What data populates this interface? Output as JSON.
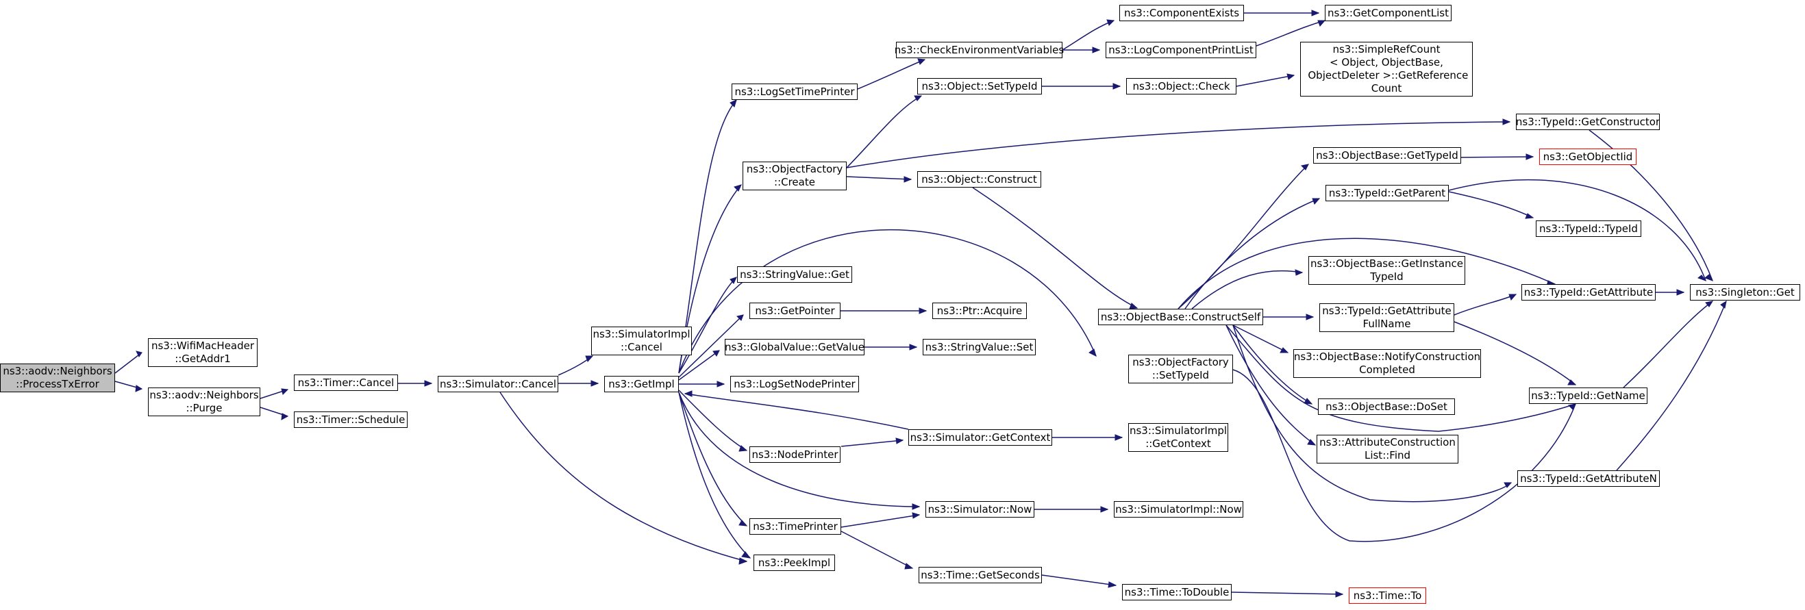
{
  "diagram": {
    "title": "",
    "nodes": {
      "process_tx_error": "ns3::aodv::Neighbors\n::ProcessTxError",
      "wifimac_getaddr1": "ns3::WifiMacHeader\n::GetAddr1",
      "neighbors_purge": "ns3::aodv::Neighbors\n::Purge",
      "timer_cancel": "ns3::Timer::Cancel",
      "timer_schedule": "ns3::Timer::Schedule",
      "simulator_cancel": "ns3::Simulator::Cancel",
      "simulatorimpl_cancel": "ns3::SimulatorImpl\n::Cancel",
      "getimpl": "ns3::GetImpl",
      "logsettimeprinter": "ns3::LogSetTimePrinter",
      "objectfactory_create": "ns3::ObjectFactory\n::Create",
      "stringvalue_get": "ns3::StringValue::Get",
      "getpointer": "ns3::GetPointer",
      "globalvalue_getvalue": "ns3::GlobalValue::GetValue",
      "logsetnodeprinter": "ns3::LogSetNodePrinter",
      "nodeprinter": "ns3::NodePrinter",
      "timeprinter": "ns3::TimePrinter",
      "peekimpl": "ns3::PeekImpl",
      "checkenv": "ns3::CheckEnvironmentVariables",
      "object_settypeid": "ns3::Object::SetTypeId",
      "object_construct": "ns3::Object::Construct",
      "ptr_acquire": "ns3::Ptr::Acquire",
      "stringvalue_set": "ns3::StringValue::Set",
      "simulator_getcontext": "ns3::Simulator::GetContext",
      "simulator_now": "ns3::Simulator::Now",
      "time_getseconds": "ns3::Time::GetSeconds",
      "componentexists": "ns3::ComponentExists",
      "logcomponentprintlist": "ns3::LogComponentPrintList",
      "object_check": "ns3::Object::Check",
      "objectbase_constructself": "ns3::ObjectBase::ConstructSelf",
      "objectfactory_settypeid": "ns3::ObjectFactory\n::SetTypeId",
      "simimpl_getcontext": "ns3::SimulatorImpl\n::GetContext",
      "simimpl_now": "ns3::SimulatorImpl::Now",
      "time_todouble": "ns3::Time::ToDouble",
      "getcomponentlist": "ns3::GetComponentList",
      "simplerefcount": "ns3::SimpleRefCount\n< Object, ObjectBase,\n ObjectDeleter >::GetReference\nCount",
      "objectbase_gettypeid": "ns3::ObjectBase::GetTypeId",
      "typeid_getparent": "ns3::TypeId::GetParent",
      "objectbase_getinstancetypeid": "ns3::ObjectBase::GetInstance\nTypeId",
      "typeid_getattributefullname": "ns3::TypeId::GetAttribute\nFullName",
      "objectbase_notify": "ns3::ObjectBase::NotifyConstruction\nCompleted",
      "objectbase_doset": "ns3::ObjectBase::DoSet",
      "attrconstructionlist_find": "ns3::AttributeConstruction\nList::Find",
      "time_to": "ns3::Time::To",
      "typeid_getconstructor": "ns3::TypeId::GetConstructor",
      "getobjectiid": "ns3::GetObjectIid",
      "typeid_typeid": "ns3::TypeId::TypeId",
      "typeid_getattribute": "ns3::TypeId::GetAttribute",
      "typeid_getname": "ns3::TypeId::GetName",
      "typeid_getattributen": "ns3::TypeId::GetAttributeN",
      "singleton_get": "ns3::Singleton::Get"
    }
  }
}
